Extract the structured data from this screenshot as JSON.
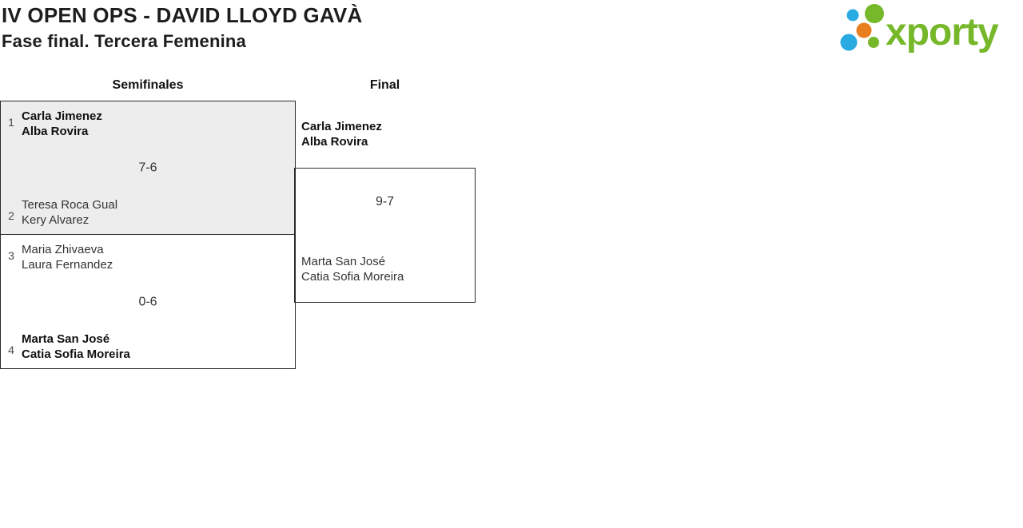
{
  "header": {
    "title": "IV OPEN OPS - DAVID LLOYD GAVÀ",
    "subtitle": "Fase final. Tercera Femenina"
  },
  "logo": {
    "wordmark": "xporty",
    "green": "#76b82a",
    "blue": "#29abe2",
    "orange": "#e87e1e"
  },
  "bracket": {
    "rounds": {
      "semifinals_label": "Semifinales",
      "final_label": "Final"
    },
    "semifinal_1": {
      "seed_top": "1",
      "team_top_player_1": "Carla Jimenez",
      "team_top_player_2": "Alba Rovira",
      "score": "7-6",
      "seed_bottom": "2",
      "team_bottom_player_1": "Teresa Roca Gual",
      "team_bottom_player_2": "Kery Alvarez"
    },
    "semifinal_2": {
      "seed_top": "3",
      "team_top_player_1": "Maria Zhivaeva",
      "team_top_player_2": "Laura Fernandez",
      "score": "0-6",
      "seed_bottom": "4",
      "team_bottom_player_1": "Marta San José",
      "team_bottom_player_2": "Catia Sofia Moreira"
    },
    "final": {
      "team_top_player_1": "Carla Jimenez",
      "team_top_player_2": "Alba Rovira",
      "score": "9-7",
      "team_bottom_player_1": "Marta San José",
      "team_bottom_player_2": "Catia Sofia Moreira"
    }
  }
}
